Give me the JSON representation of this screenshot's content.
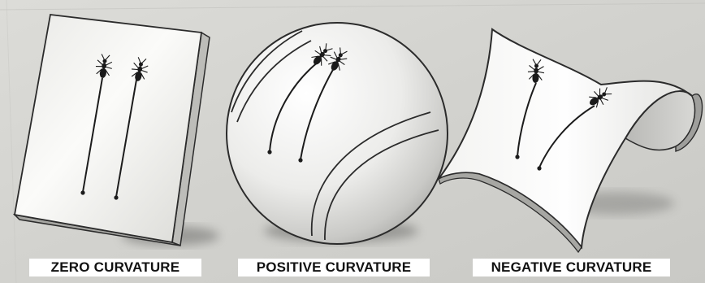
{
  "panels": [
    {
      "caption": "ZERO CURVATURE"
    },
    {
      "caption": "POSITIVE CURVATURE"
    },
    {
      "caption": "NEGATIVE CURVATURE"
    }
  ],
  "colors": {
    "background": "#d6d6d2",
    "surface": "#f4f4f1",
    "outline": "#2b2b2b",
    "trail": "#1c1c1c",
    "caption_bg": "#ffffff",
    "caption_text": "#111111"
  },
  "icons": [
    "ant-icon"
  ]
}
